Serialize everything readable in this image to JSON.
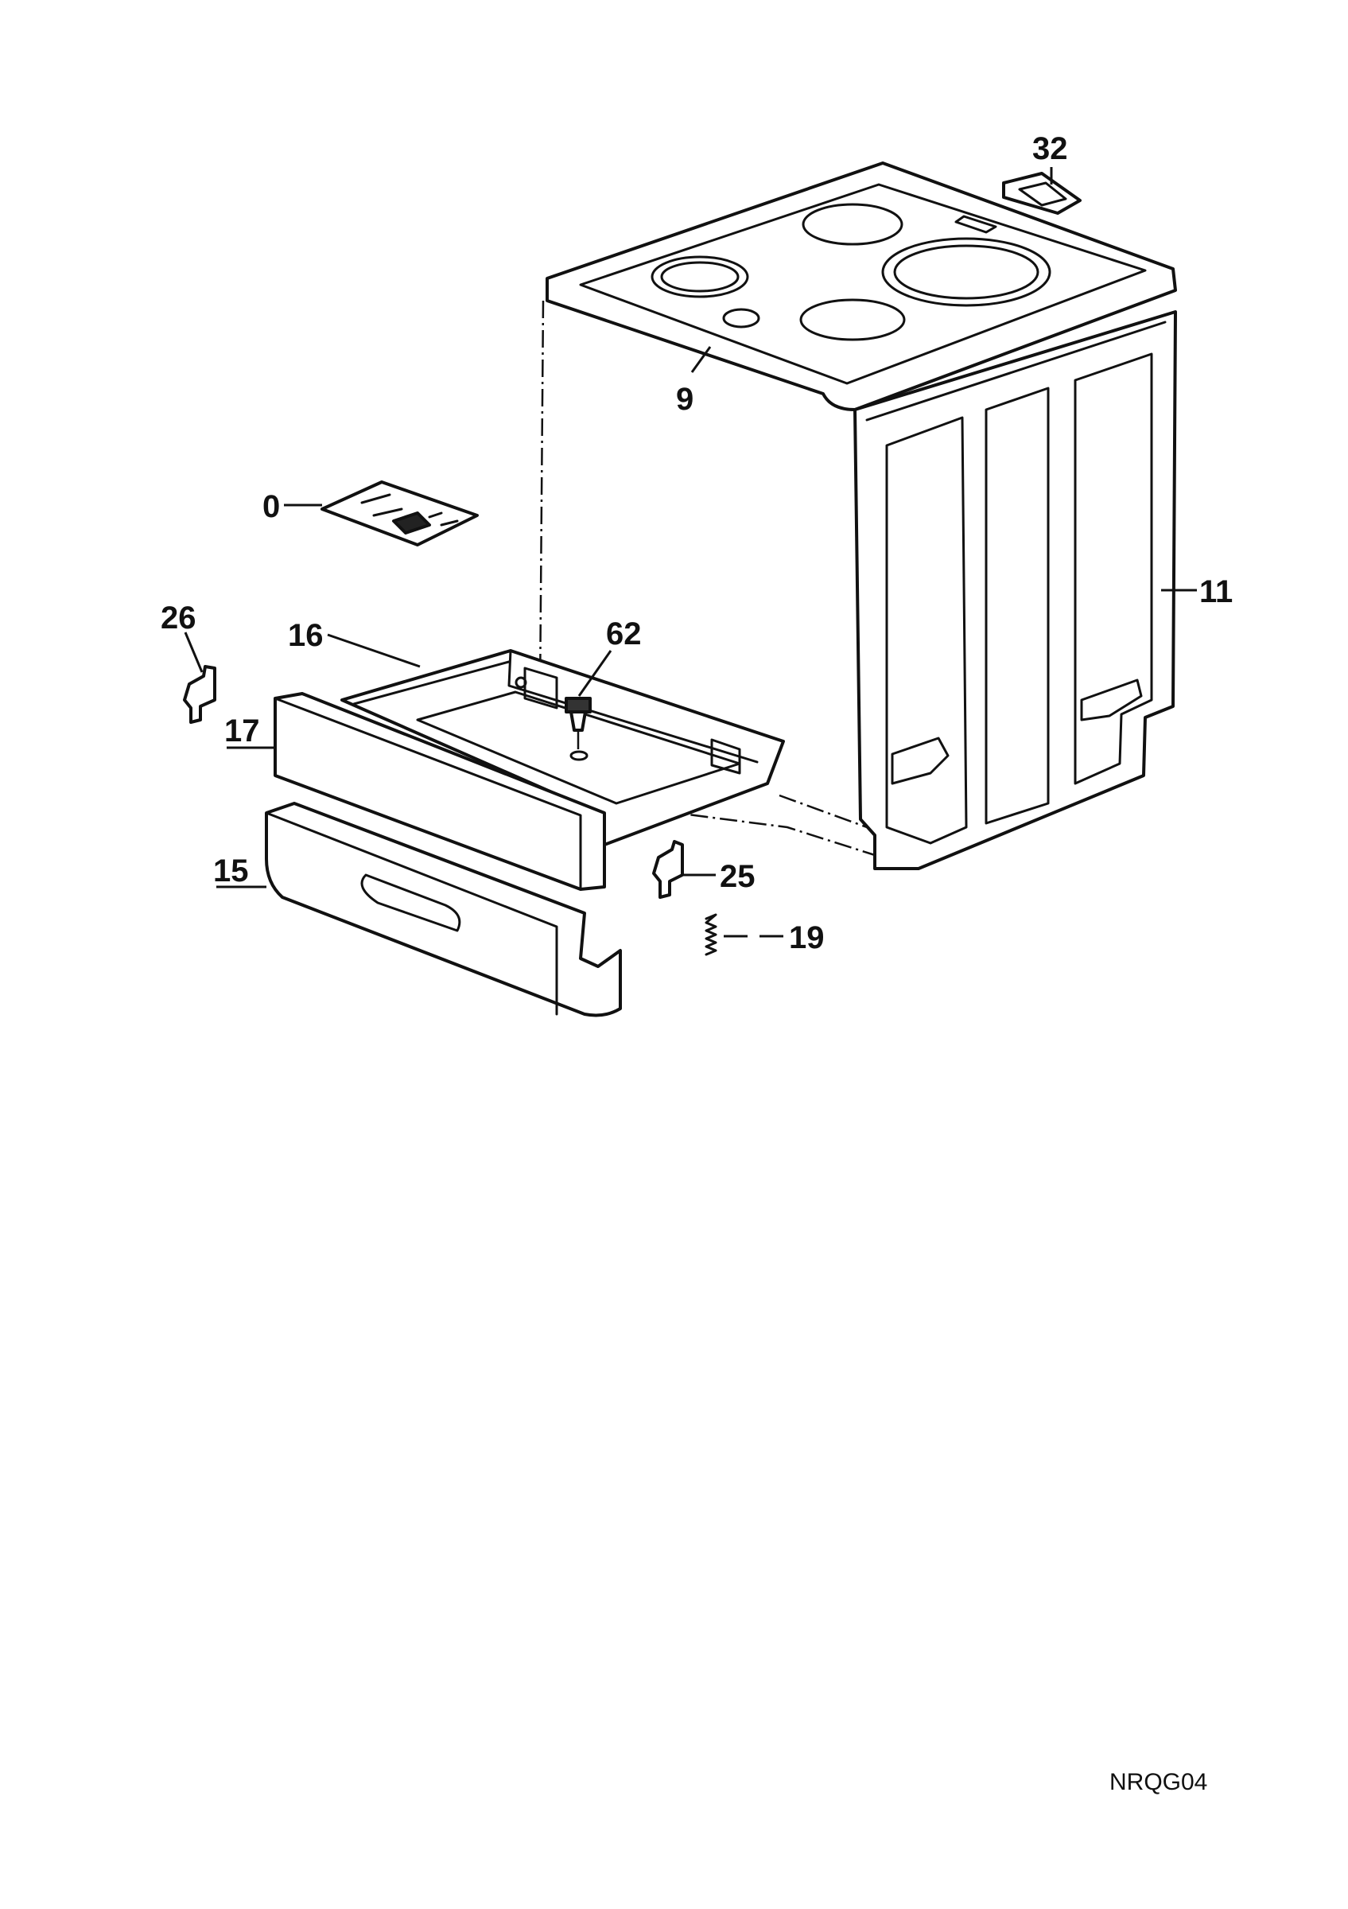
{
  "callouts": {
    "c0": "0",
    "c9": "9",
    "c11": "11",
    "c15": "15",
    "c16": "16",
    "c17": "17",
    "c19": "19",
    "c25": "25",
    "c26": "26",
    "c32": "32",
    "c62": "62"
  },
  "reference_code": "NRQG04"
}
